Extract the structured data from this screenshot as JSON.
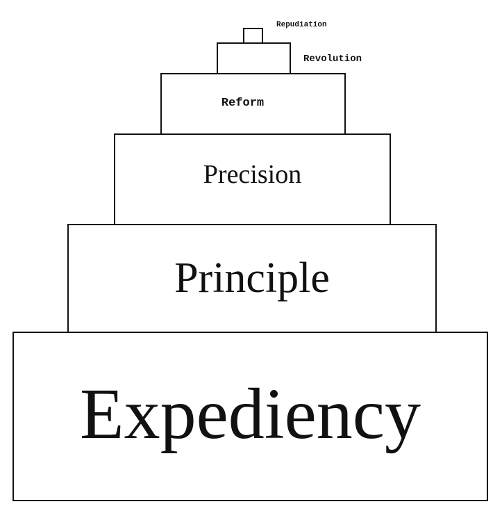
{
  "diagram": {
    "levels": [
      {
        "label": "Expediency"
      },
      {
        "label": "Principle"
      },
      {
        "label": "Precision"
      },
      {
        "label": "Reform"
      },
      {
        "label": "Revolution"
      },
      {
        "label": "Repudiation"
      }
    ]
  }
}
